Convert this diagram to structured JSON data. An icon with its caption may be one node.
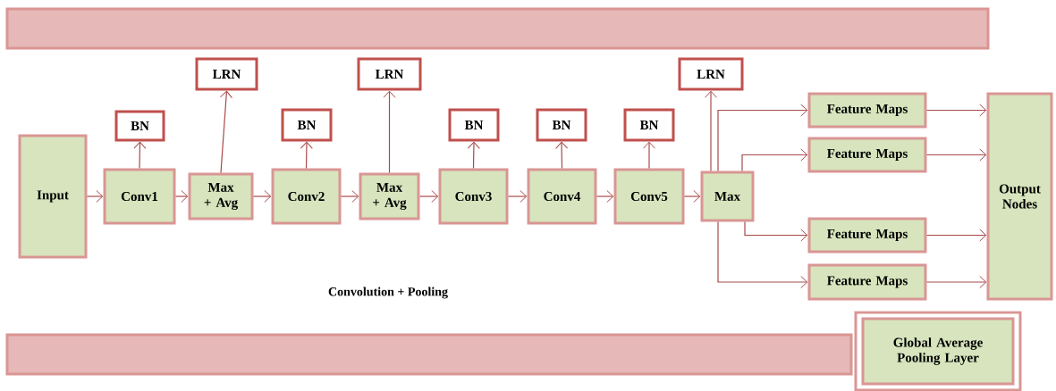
{
  "diagram": {
    "nodes": [
      {
        "text": [
          "Input"
        ]
      },
      {
        "text": [
          "Conv1"
        ]
      },
      {
        "text": [
          "BN"
        ]
      },
      {
        "text": [
          "Max + Avg"
        ]
      },
      {
        "text": [
          "LRN"
        ]
      },
      {
        "text": [
          "Conv2"
        ]
      },
      {
        "text": [
          "BN"
        ]
      },
      {
        "text": [
          "Max + Avg"
        ]
      },
      {
        "text": [
          "LRN"
        ]
      },
      {
        "text": [
          "Conv3"
        ]
      },
      {
        "text": [
          "BN"
        ]
      },
      {
        "text": [
          "Conv4"
        ]
      },
      {
        "text": [
          "BN"
        ]
      },
      {
        "text": [
          "Conv5"
        ]
      },
      {
        "text": [
          "BN"
        ]
      },
      {
        "text": [
          "Max"
        ]
      },
      {
        "text": [
          "LRN"
        ]
      },
      {
        "text": [
          "Feature Maps"
        ]
      },
      {
        "text": [
          "Feature Maps"
        ]
      },
      {
        "text": [
          "Feature Maps"
        ]
      },
      {
        "text": [
          "Feature Maps"
        ]
      },
      {
        "text": [
          "Output Nodes"
        ]
      },
      {
        "text": [
          "Global Average Pooling Layer"
        ]
      },
      {
        "text": [],
        "shape": "bar"
      },
      {
        "text": [],
        "shape": "bar"
      }
    ],
    "edges": [
      {
        "from": 0,
        "to": 1,
        "arrow": "to"
      },
      {
        "from": 1,
        "to": 2,
        "arrow": "to"
      },
      {
        "from": 1,
        "to": 3,
        "arrow": "to"
      },
      {
        "from": 3,
        "to": 4,
        "arrow": "to"
      },
      {
        "from": 3,
        "to": 5,
        "arrow": "to"
      },
      {
        "from": 5,
        "to": 6,
        "arrow": "to"
      },
      {
        "from": 5,
        "to": 7,
        "arrow": "to"
      },
      {
        "from": 7,
        "to": 8,
        "arrow": "to"
      },
      {
        "from": 7,
        "to": 9,
        "arrow": "to"
      },
      {
        "from": 9,
        "to": 10,
        "arrow": "to"
      },
      {
        "from": 9,
        "to": 11,
        "arrow": "to"
      },
      {
        "from": 11,
        "to": 12,
        "arrow": "to"
      },
      {
        "from": 11,
        "to": 13,
        "arrow": "to"
      },
      {
        "from": 13,
        "to": 14,
        "arrow": "to"
      },
      {
        "from": 13,
        "to": 15,
        "arrow": "to"
      },
      {
        "from": 15,
        "to": 16,
        "arrow": "to"
      },
      {
        "from": 15,
        "to": 17,
        "arrow": "to"
      },
      {
        "from": 15,
        "to": 18,
        "arrow": "to"
      },
      {
        "from": 15,
        "to": 19,
        "arrow": "to"
      },
      {
        "from": 15,
        "to": 20,
        "arrow": "to"
      },
      {
        "from": 17,
        "to": 21,
        "arrow": "to"
      },
      {
        "from": 18,
        "to": 21,
        "arrow": "to"
      },
      {
        "from": 19,
        "to": 21,
        "arrow": "to"
      },
      {
        "from": 20,
        "to": 21,
        "arrow": "to"
      }
    ],
    "labels": [
      "Convolution + Pooling"
    ]
  }
}
